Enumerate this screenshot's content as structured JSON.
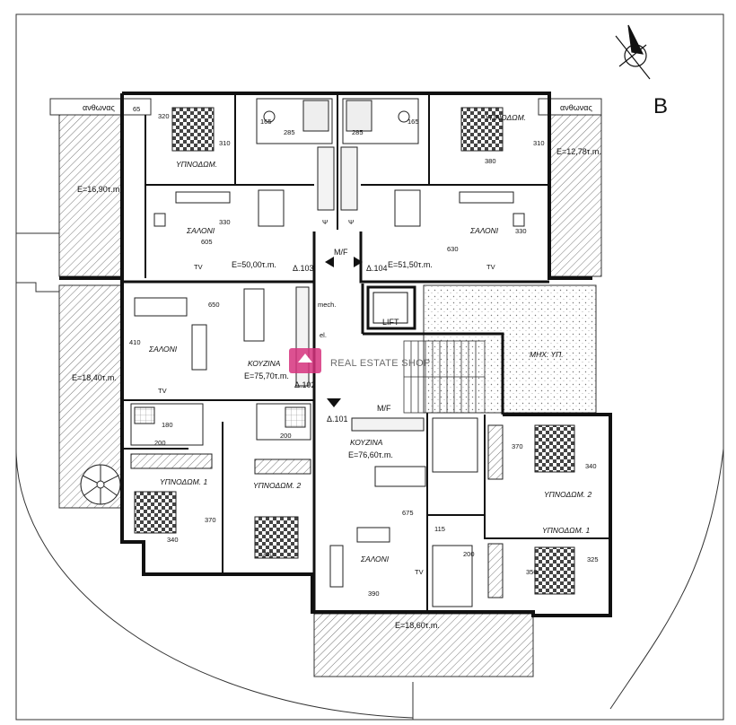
{
  "compass": {
    "label": "B"
  },
  "watermark": {
    "text": "REAL ESTATE SHOP",
    "color": "#d6337e"
  },
  "balconies": {
    "top_left_name": "ανθωνας",
    "top_right_name": "ανθωνας",
    "left_upper_area": "E=16,90τ.m.",
    "right_upper_area": "E=12,78τ.m.",
    "left_lower_area": "E=18,40τ.m.",
    "bottom_area": "E=18,60τ.m."
  },
  "apt103": {
    "bedroom": "ΥΠΝΟΔΩΜ.",
    "living": "ΣΑΛΟΝΙ",
    "area": "E=50,00τ.m.",
    "tag": "Δ.103",
    "tv": "TV",
    "dim_65": "65",
    "dim_320": "320",
    "dim_310": "310",
    "dim_330": "330",
    "dim_605": "605",
    "dim_165": "165",
    "dim_285": "285"
  },
  "apt104": {
    "bedroom": "ΥΠΝΟΔΩΜ.",
    "living": "ΣΑΛΟΝΙ",
    "area": "E=51,50τ.m.",
    "tag": "Δ.104",
    "tv": "TV",
    "dim_380": "380",
    "dim_310": "310",
    "dim_330": "330",
    "dim_630": "630",
    "dim_165": "165",
    "dim_285": "285"
  },
  "apt102": {
    "living": "ΣΑΛΟΝΙ",
    "kitchen": "ΚΟΥΖΙΝΑ",
    "area": "E=75,70τ.m.",
    "tag": "Δ.102",
    "bed1": "ΥΠΝΟΔΩΜ. 1",
    "bed2": "ΥΠΝΟΔΩΜ. 2",
    "tv": "TV",
    "dim_650": "650",
    "dim_410": "410",
    "dim_340": "340",
    "dim_370": "370",
    "dim_320": "320",
    "dim_200a": "200",
    "dim_200b": "200",
    "dim_180": "180"
  },
  "apt101": {
    "kitchen": "ΚΟΥΖΙΝΑ",
    "area": "E=76,60τ.m.",
    "tag": "Δ.101",
    "living": "ΣΑΛΟΝΙ",
    "bed1": "ΥΠΝΟΔΩΜ. 1",
    "bed2": "ΥΠΝΟΔΩΜ. 2",
    "tv": "TV",
    "dim_675": "675",
    "dim_390": "390",
    "dim_370": "370",
    "dim_340": "340",
    "dim_115": "115",
    "dim_200": "200",
    "dim_350": "350",
    "dim_325": "325"
  },
  "core": {
    "lift": "LIFT",
    "mech": "mech.",
    "el": "el.",
    "mf_top": "M/F",
    "mf_bottom": "M/F",
    "mach_room": "ΜΗΧ. ΥΠ.",
    "psi": "Ψ"
  },
  "colors": {
    "wall": "#111111",
    "hatch": "#555555",
    "dots": "#8a8a8a",
    "watermark_box": "#d6337e"
  }
}
